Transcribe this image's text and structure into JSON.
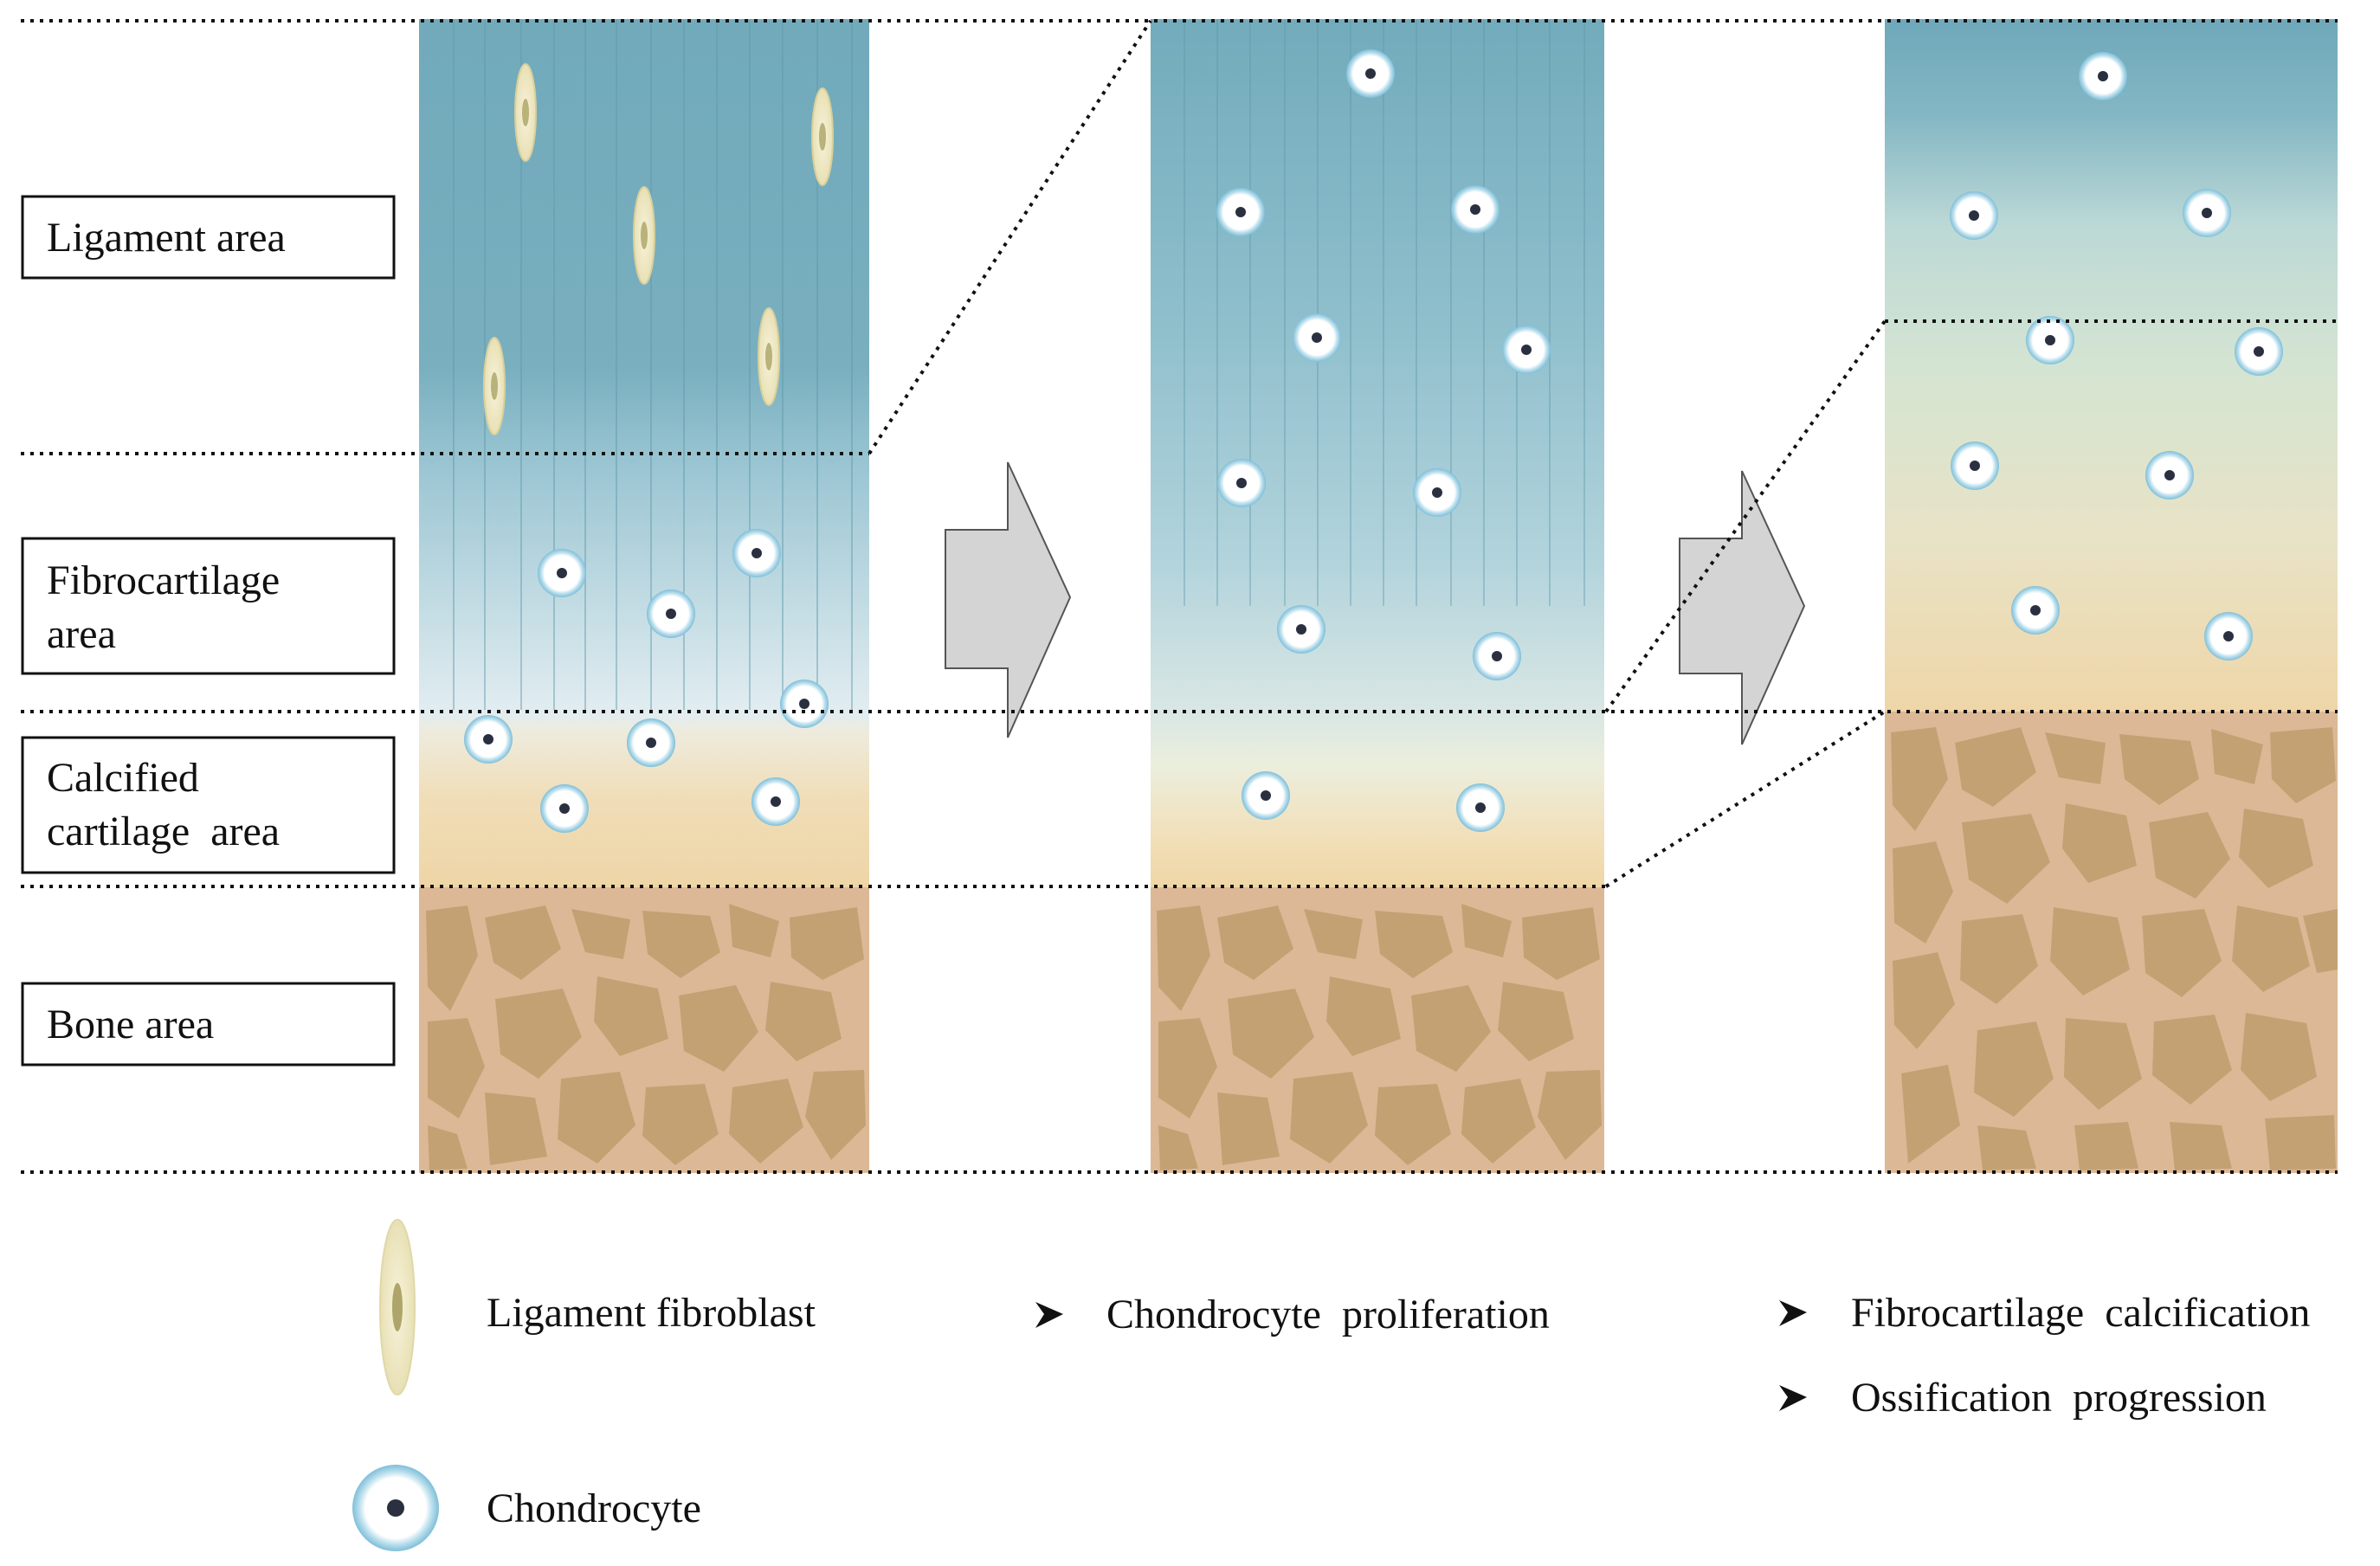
{
  "zone_labels": {
    "ligament": [
      "Ligament area"
    ],
    "fibrocartilage": [
      "Fibrocartilage",
      "area"
    ],
    "calcified": [
      "Calcified",
      "cartilage  area"
    ],
    "bone": [
      "Bone area"
    ]
  },
  "legend": {
    "fibroblast_label": "Ligament fibroblast",
    "chondrocyte_label": "Chondrocyte"
  },
  "process_steps": {
    "stage1_to_2": [
      "Chondrocyte  proliferation"
    ],
    "stage2_to_3": [
      "Fibrocartilage  calcification",
      "Ossification  progression"
    ]
  },
  "colors": {
    "ligament": "#6fa8ba",
    "fibrocartilage": "#dde9ee",
    "calcified": "#efdcb4",
    "bone_base": "#dcb896",
    "bone_islands": "#c4a173",
    "cell_ring": "#a6d4e6",
    "fibroblast": "#f2eccb",
    "arrow_fill": "#d4d4d4"
  },
  "icons": {
    "arrow": "right-block-arrow-icon",
    "bullet": "arrowhead-bullet-icon",
    "fibroblast": "ligament-fibroblast-icon",
    "chondrocyte": "chondrocyte-icon"
  }
}
